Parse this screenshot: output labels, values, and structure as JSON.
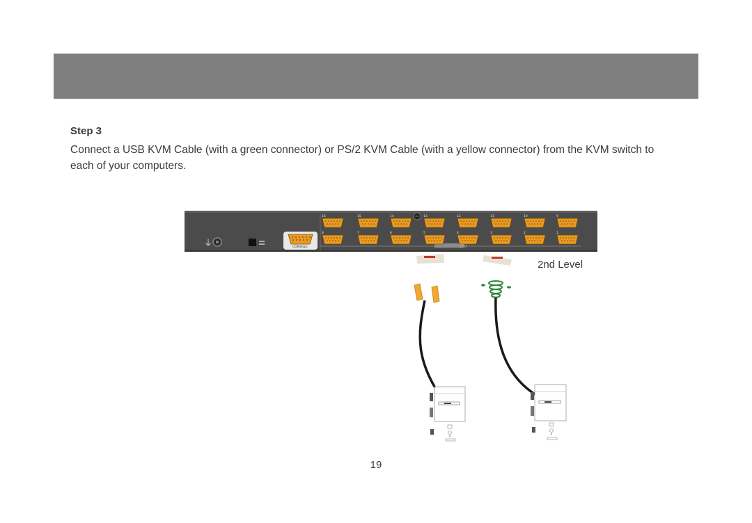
{
  "header": {
    "color": "#7f7f7f"
  },
  "step": {
    "heading": "Step 3",
    "text": "Connect a USB KVM Cable (with a green connector) or PS/2 KVM Cable (with a yellow connector) from the KVM switch to each of your computers."
  },
  "figure": {
    "level_label": "2nd Level",
    "console_label": "CONSOLE",
    "cpu_label": "CPU",
    "port_numbers_top": [
      "16",
      "15",
      "14",
      "13",
      "12",
      "11",
      "10",
      "9"
    ],
    "port_numbers_bottom": [
      "8",
      "7",
      "6",
      "5",
      "4",
      "3",
      "2",
      "1"
    ],
    "colors": {
      "switch_panel": "#4b4b4b",
      "port": "#e89a22",
      "usb_connector": "#2d8a3a",
      "ps2_connector": "#f0a830"
    }
  },
  "page": {
    "number": "19"
  }
}
